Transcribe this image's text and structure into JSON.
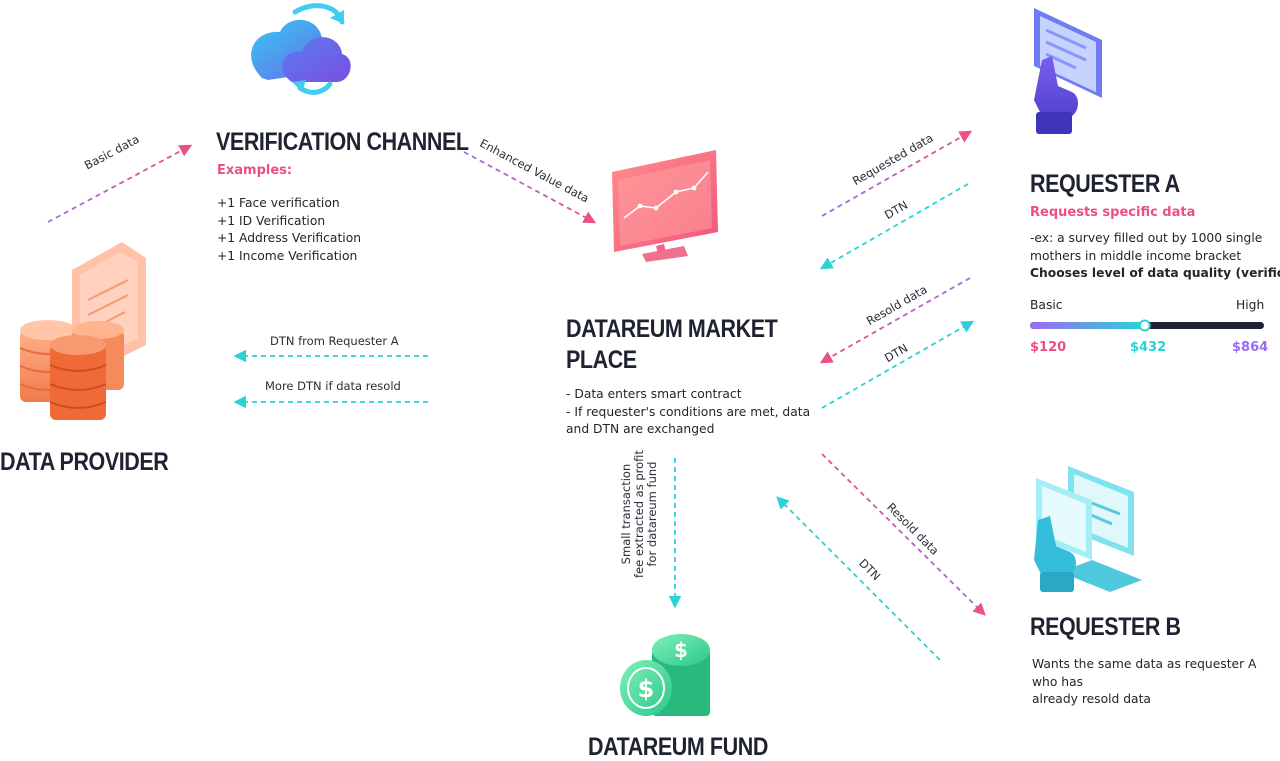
{
  "verification_channel": {
    "title": "VERIFICATION CHANNEL",
    "examples_label": "Examples:",
    "items": [
      "+1 Face verification",
      "+1 ID Verification",
      "+1 Address Verification",
      "+1 Income Verification"
    ]
  },
  "data_provider": {
    "title": "DATA PROVIDER"
  },
  "marketplace": {
    "title_line1": "DATAREUM MARKET",
    "title_line2": "PLACE",
    "line1": "- Data enters smart contract",
    "line2": "- If requester's conditions are met, data",
    "line3": "and DTN are exchanged"
  },
  "requester_a": {
    "title": "REQUESTER A",
    "subtitle": "Requests specific data",
    "desc_line1": "-ex: a survey filled out by 1000 single",
    "desc_line2": "mothers in middle income bracket",
    "desc_bold": "Chooses level of data quality (verification)",
    "slider": {
      "min_label": "Basic",
      "max_label": "High",
      "level": 0.49,
      "prices": [
        "$120",
        "$432",
        "$864"
      ],
      "price_colors": [
        "#ec4f83",
        "#2ad3d6",
        "#9a6cf0"
      ]
    }
  },
  "requester_b": {
    "title": "REQUESTER B",
    "desc_line1": "Wants the same data as requester A who has",
    "desc_line2": "already resold data"
  },
  "fund": {
    "title": "DATAREUM FUND"
  },
  "flows": {
    "basic_data": "Basic data",
    "enhanced_value_data": "Enhanced Value data",
    "requested_data": "Requested data",
    "dtn_a1": "DTN",
    "resold_data_a": "Resold data",
    "dtn_a2": "DTN",
    "dtn_from_requester_a": "DTN from Requester A",
    "more_dtn": "More DTN if data resold",
    "fee_line1": "Small transaction",
    "fee_line2": "fee extracted as profit",
    "fee_line3": "for datareum fund",
    "resold_data_b": "Resold data",
    "dtn_b": "DTN"
  },
  "colors": {
    "pink": "#ec4f83",
    "purple": "#9a6cf0",
    "cyan": "#2ad3d6",
    "dark": "#1f2230"
  },
  "icons": [
    "cloud-sync-icon",
    "database-document-icon",
    "monitor-chart-icon",
    "touch-panel-icon",
    "laptop-touch-icon",
    "coins-icon"
  ]
}
